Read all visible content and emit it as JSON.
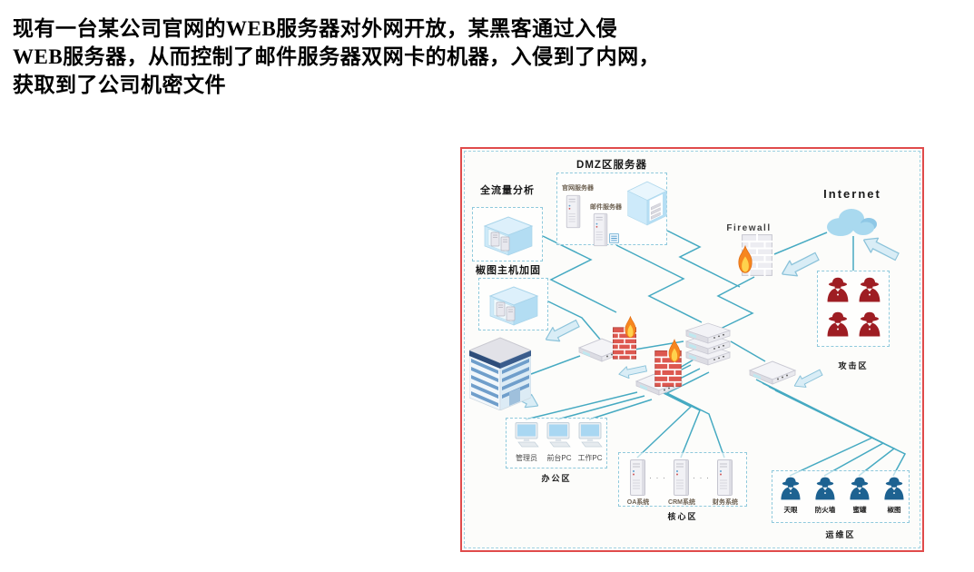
{
  "intro": {
    "lines": [
      "现有一台某公司官网的WEB服务器对外网开放，某黑客通过入侵",
      "WEB服务器，从而控制了邮件服务器双网卡的机器，入侵到了内网，",
      "获取到了公司机密文件"
    ]
  },
  "diagram": {
    "internet_label": "Internet",
    "firewall_label": "Firewall",
    "dmz": {
      "title": "DMZ区服务器",
      "web_server_label": "官网服务器",
      "mail_server_label": "邮件服务器"
    },
    "traffic_analysis_label": "全流量分析",
    "host_hardening_label": "椒图主机加固",
    "attack_zone": {
      "label": "攻击区"
    },
    "office_zone": {
      "label": "办公区",
      "pcs": [
        "管理员",
        "前台PC",
        "工作PC"
      ]
    },
    "core_zone": {
      "label": "核心区",
      "systems": [
        "OA系统",
        "CRM系统",
        "财务系统"
      ],
      "separator": "· · ·"
    },
    "ops_zone": {
      "label": "运维区",
      "tools": [
        "天眼",
        "防火墙",
        "蜜罐",
        "椒图"
      ]
    },
    "colors": {
      "frame_red": "#e04b4b",
      "zone_border_blue": "#8fc9dc",
      "line_teal": "#46aac2",
      "attacker_red": "#9e1d23",
      "ops_blue": "#1d6291",
      "flame_orange": "#f6861f"
    }
  }
}
